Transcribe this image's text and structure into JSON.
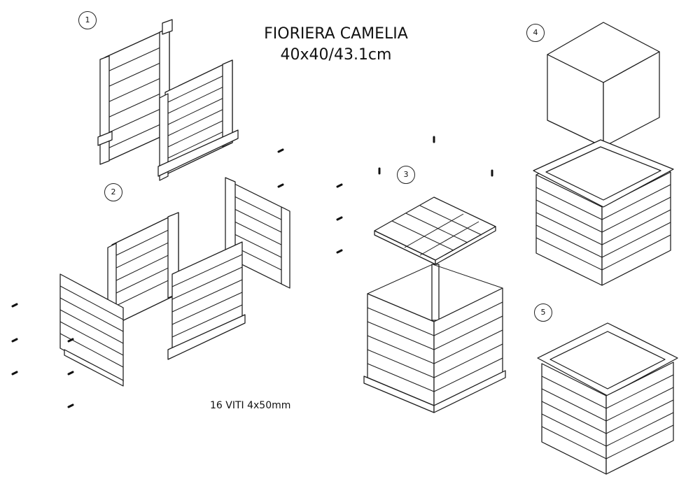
{
  "diagram": {
    "title_line1": "FIORIERA CAMELIA",
    "title_line2": "40x40/43.1cm",
    "screws_note": "16 VITI 4x50mm"
  },
  "steps": [
    {
      "number": "1"
    },
    {
      "number": "2"
    },
    {
      "number": "3"
    },
    {
      "number": "4"
    },
    {
      "number": "5"
    }
  ]
}
